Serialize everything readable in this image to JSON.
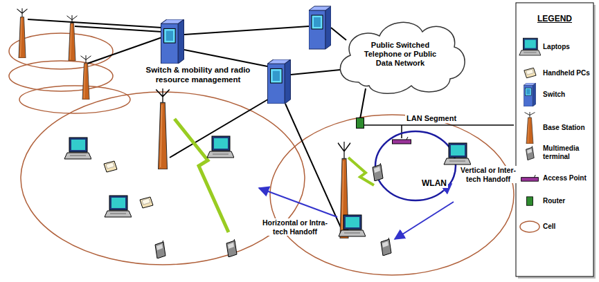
{
  "diagram": {
    "nodes": [
      {
        "text": [
          "Public Switched Telephone or Public Data Network"
        ]
      }
    ],
    "labels": [
      "Switch & mobility and radio resource management",
      "LAN Segment",
      "WLAN",
      "Vertical or Inter-tech Handoff",
      "Horizontal or Intra-tech Handoff",
      "LEGEND"
    ],
    "legend": [
      {
        "text": "Laptops"
      },
      {
        "text": "Handheld PCs"
      },
      {
        "text": "Switch"
      },
      {
        "text": "Base Station"
      },
      {
        "text": "Multimedia terminal"
      },
      {
        "text": "Access Point"
      },
      {
        "text": "Router"
      },
      {
        "text": "Cell"
      }
    ]
  }
}
